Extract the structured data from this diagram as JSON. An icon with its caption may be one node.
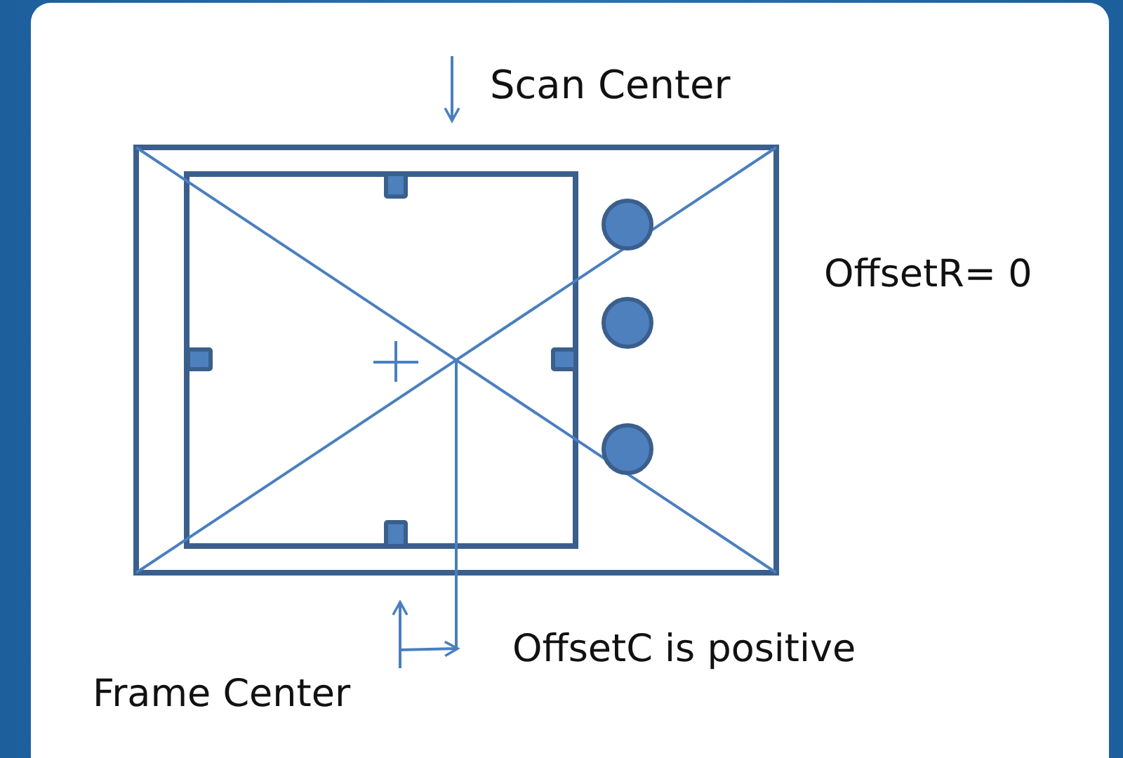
{
  "diagram": {
    "labels": [
      "Scan Center",
      "OffsetR= 0",
      "OffsetC is positive",
      "Frame Center"
    ]
  }
}
